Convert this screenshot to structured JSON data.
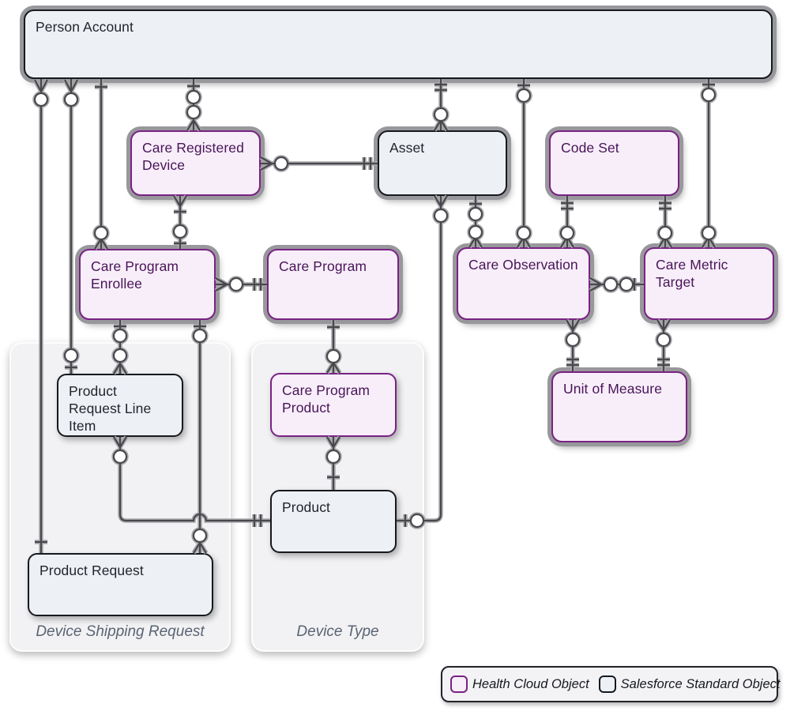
{
  "diagram": {
    "nodes": {
      "person_account": {
        "label": "Person Account",
        "type": "Salesforce Standard Object"
      },
      "care_registered_device": {
        "label": "Care Registered Device",
        "type": "Health Cloud Object"
      },
      "asset": {
        "label": "Asset",
        "type": "Salesforce Standard Object"
      },
      "code_set": {
        "label": "Code Set",
        "type": "Health Cloud Object"
      },
      "care_program_enrollee": {
        "label": "Care Program Enrollee",
        "type": "Health Cloud Object"
      },
      "care_program": {
        "label": "Care Program",
        "type": "Health Cloud Object"
      },
      "care_observation": {
        "label": "Care Observation",
        "type": "Health Cloud Object"
      },
      "care_metric_target": {
        "label": "Care Metric Target",
        "type": "Health Cloud Object"
      },
      "unit_of_measure": {
        "label": "Unit of Measure",
        "type": "Health Cloud Object"
      },
      "product_request_line_item": {
        "label": "Product Request Line Item",
        "type": "Salesforce Standard Object"
      },
      "care_program_product": {
        "label": "Care Program Product",
        "type": "Health Cloud Object"
      },
      "product": {
        "label": "Product",
        "type": "Salesforce Standard Object"
      },
      "product_request": {
        "label": "Product Request",
        "type": "Salesforce Standard Object"
      }
    },
    "groups": {
      "device_shipping_request": {
        "label": "Device Shipping Request"
      },
      "device_type": {
        "label": "Device Type"
      }
    },
    "legend": {
      "health_cloud": {
        "label": "Health Cloud Object"
      },
      "standard": {
        "label": "Salesforce Standard Object"
      }
    },
    "colors": {
      "health_cloud_border": "#792283",
      "health_cloud_fill": "#f7eef9",
      "standard_border": "#16191e",
      "standard_fill": "#edf1f5",
      "group_fill": "#f2f2f4",
      "connector": "#47484c"
    }
  }
}
